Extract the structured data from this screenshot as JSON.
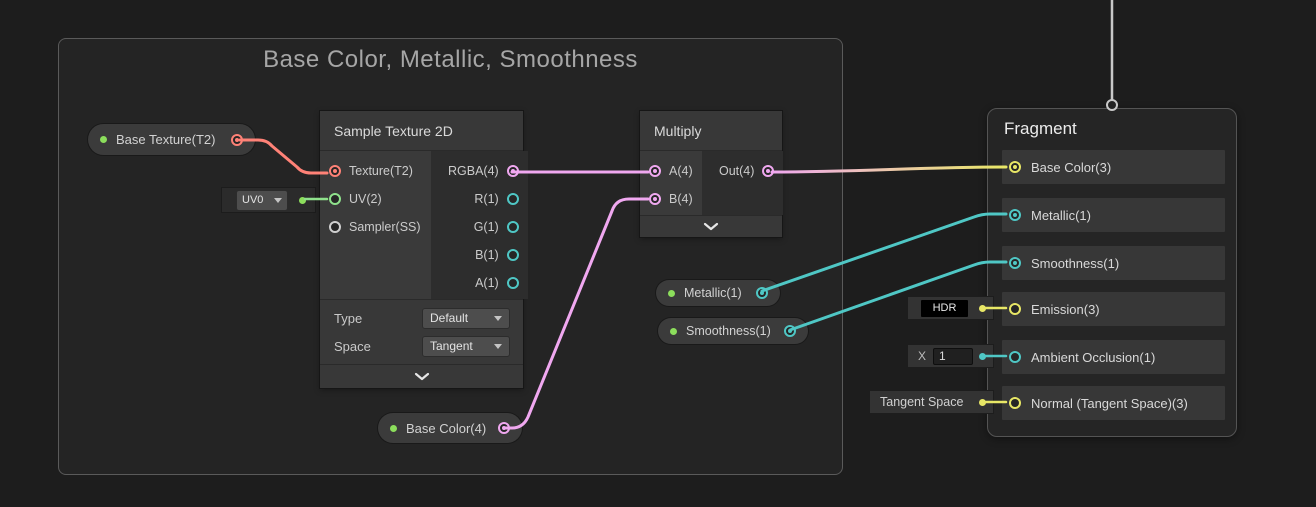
{
  "colors": {
    "canvas": "#1d1d1d",
    "group-bg": "#242424",
    "group-border": "#5a5a5a",
    "node-header": "#383838",
    "node-in": "#3a3a3a",
    "node-out": "#2d2d2d",
    "frag-bg": "#252525",
    "frag-border": "#545454",
    "frag-row": "#373737",
    "tex-red": "#ff8277",
    "prop-green": "#8cde5c",
    "uv-green": "#8fe28c",
    "vec4-pink": "#f0a8f0",
    "vec1-cyan": "#4fc7c5",
    "vec3-yellow": "#e8e766",
    "sampler-gray": "#cfcfcf",
    "edge-white": "#c8c8c8"
  },
  "group": {
    "title": "Base Color, Metallic, Smoothness"
  },
  "property_nodes": {
    "base_texture": {
      "label": "Base Texture(T2)"
    },
    "metallic": {
      "label": "Metallic(1)"
    },
    "smoothness": {
      "label": "Smoothness(1)"
    },
    "base_color": {
      "label": "Base Color(4)"
    }
  },
  "uv_selector": {
    "value": "UV0"
  },
  "sample_texture_node": {
    "title": "Sample Texture 2D",
    "inputs": [
      "Texture(T2)",
      "UV(2)",
      "Sampler(SS)"
    ],
    "outputs": [
      "RGBA(4)",
      "R(1)",
      "G(1)",
      "B(1)",
      "A(1)"
    ],
    "controls": [
      {
        "label": "Type",
        "value": "Default"
      },
      {
        "label": "Space",
        "value": "Tangent"
      }
    ]
  },
  "multiply_node": {
    "title": "Multiply",
    "inputs": [
      "A(4)",
      "B(4)"
    ],
    "outputs": [
      "Out(4)"
    ]
  },
  "fragment_node": {
    "title": "Fragment",
    "slots": [
      "Base Color(3)",
      "Metallic(1)",
      "Smoothness(1)",
      "Emission(3)",
      "Ambient Occlusion(1)",
      "Normal (Tangent Space)(3)"
    ]
  },
  "widgets": {
    "emission_mode": "HDR",
    "ao_label": "X",
    "ao_value": "1",
    "normal_space": "Tangent Space"
  }
}
